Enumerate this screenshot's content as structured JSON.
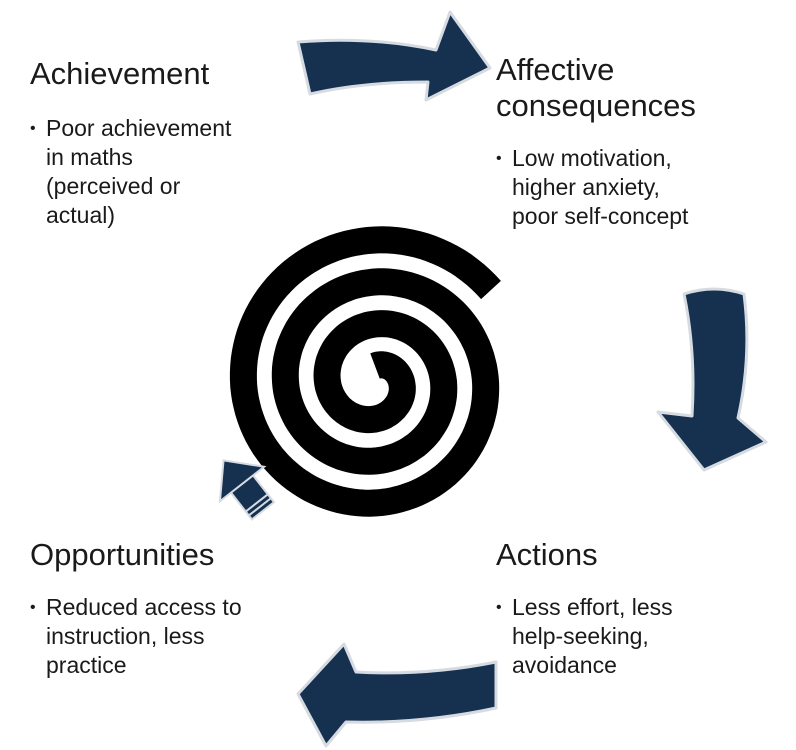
{
  "colors": {
    "arrow_fill": "#16304f",
    "arrow_outline": "#d6dbe2",
    "spiral": "#000000",
    "text": "#1a1a1a"
  },
  "blocks": {
    "achievement": {
      "title": "Achievement",
      "bullets": [
        "Poor achievement",
        "in maths",
        "(perceived or",
        "actual)"
      ]
    },
    "affective": {
      "title_line1": "Affective",
      "title_line2": "consequences",
      "bullets": [
        "Low motivation,",
        "higher anxiety,",
        "poor self-concept"
      ]
    },
    "opportunities": {
      "title": "Opportunities",
      "bullets": [
        "Reduced access to",
        "instruction, less",
        "practice"
      ]
    },
    "actions": {
      "title": "Actions",
      "bullets": [
        "Less effort, less",
        "help-seeking,",
        "avoidance"
      ]
    }
  },
  "icons": {
    "cycle_arrows": [
      "curved-arrow-right-icon",
      "curved-arrow-down-icon",
      "curved-arrow-left-icon"
    ],
    "center": "spiral-icon",
    "spiral_arrow": "arrow-up-icon"
  }
}
